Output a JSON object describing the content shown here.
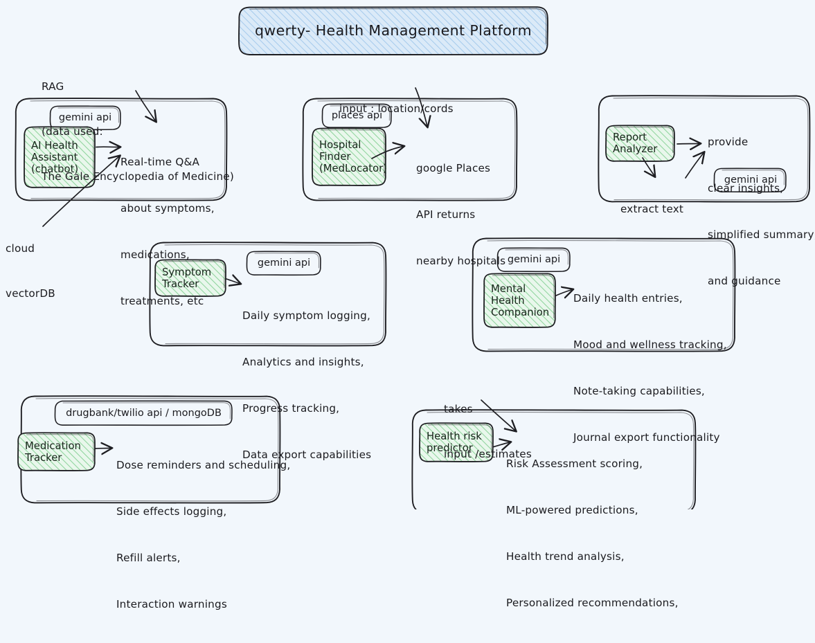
{
  "page": {
    "background_color": "#f2f7fc",
    "title": "qwerty- Health Management Platform",
    "title_fill": "#dbeaf8",
    "title_hatch": "#a6cbec",
    "node_fill": "#e9f7ec",
    "node_hatch": "#8ed49c",
    "stroke_color": "#1e1e22"
  },
  "features": [
    {
      "id": "ai-health-assistant",
      "node_label": "AI Health\nAssistant\n(chatbot)",
      "node_lines": [
        "AI Health",
        "Assistant",
        "(chatbot)"
      ],
      "api_chip": "gemini api",
      "description": "Real-time Q&A\nabout symptoms,\nmedications,\ntreatments, etc",
      "description_lines": [
        "Real-time Q&A",
        "about symptoms,",
        "medications,",
        "treatments, etc"
      ],
      "annotations": [
        {
          "id": "rag-note",
          "text": "RAG\n(data used:\nThe Gale Encyclopedia of Medicine)",
          "lines": [
            "RAG",
            "(data used:",
            "The Gale Encyclopedia of Medicine)"
          ]
        },
        {
          "id": "cloud-vectordb-note",
          "text": "cloud\nvectorDB",
          "lines": [
            "cloud",
            "vectorDB"
          ]
        }
      ]
    },
    {
      "id": "hospital-finder",
      "node_label": "Hospital\nFinder\n(MedLocator)",
      "node_lines": [
        "Hospital",
        "Finder",
        "(MedLocator)"
      ],
      "api_chip": "places api",
      "description": "google Places\nAPI returns\nnearby hospitals",
      "description_lines": [
        "google Places",
        "API returns",
        "nearby hospitals"
      ],
      "annotations": [
        {
          "id": "input-location-note",
          "text": "input : location/cords",
          "lines": [
            "input : location/cords"
          ]
        }
      ]
    },
    {
      "id": "report-analyzer",
      "node_label": "Report\nAnalyzer",
      "node_lines": [
        "Report",
        "Analyzer"
      ],
      "api_chip": "gemini api",
      "description": "provide\nclear insights,\nsimplified summary,\nand guidance",
      "description_lines": [
        "provide",
        "clear insights,",
        "simplified summary,",
        "and guidance"
      ],
      "annotations": [
        {
          "id": "extract-text-note",
          "text": "extract text",
          "lines": [
            "extract text"
          ]
        }
      ]
    },
    {
      "id": "symptom-tracker",
      "node_label": "Symptom\nTracker",
      "node_lines": [
        "Symptom",
        "Tracker"
      ],
      "api_chip": "gemini api",
      "description": "Daily symptom logging,\nAnalytics and insights,\nProgress tracking,\nData export capabilities",
      "description_lines": [
        "Daily symptom logging,",
        "Analytics and insights,",
        "Progress tracking,",
        "Data export capabilities"
      ],
      "annotations": []
    },
    {
      "id": "mental-health-companion",
      "node_label": "Mental\nHealth\nCompanion",
      "node_lines": [
        "Mental",
        "Health",
        "Companion"
      ],
      "api_chip": "gemini api",
      "description": "Daily health entries,\nMood and wellness tracking,\nNote-taking capabilities,\nJournal export functionality",
      "description_lines": [
        "Daily health entries,",
        "Mood and wellness tracking,",
        "Note-taking capabilities,",
        "Journal export functionality"
      ],
      "annotations": []
    },
    {
      "id": "medication-tracker",
      "node_label": "Medication\nTracker",
      "node_lines": [
        "Medication",
        "Tracker"
      ],
      "api_chip": "drugbank/twilio api / mongoDB",
      "description": "Dose reminders and scheduling,\nSide effects logging,\nRefill alerts,\nInteraction warnings",
      "description_lines": [
        "Dose reminders and scheduling,",
        "Side effects logging,",
        "Refill alerts,",
        "Interaction warnings"
      ],
      "annotations": []
    },
    {
      "id": "health-risk-predictor",
      "node_label": "Health risk\npredictor",
      "node_lines": [
        "Health risk",
        "predictor"
      ],
      "api_chip": null,
      "description": "Risk Assessment scoring,\nML-powered predictions,\nHealth trend analysis,\nPersonalized recommendations,",
      "description_lines": [
        "Risk Assessment scoring,",
        "ML-powered predictions,",
        "Health trend analysis,",
        "Personalized recommendations,"
      ],
      "annotations": [
        {
          "id": "takes-input-note",
          "text": "takes\ninput /estimates",
          "lines": [
            "takes",
            "input /estimates"
          ]
        }
      ]
    }
  ]
}
